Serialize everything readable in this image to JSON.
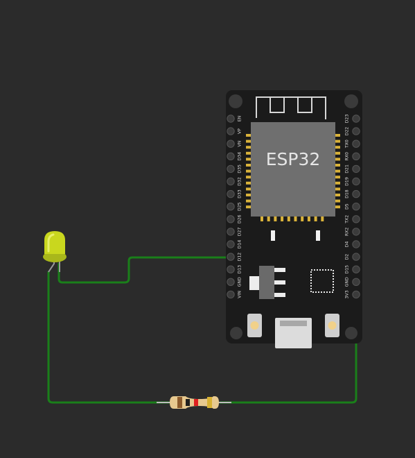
{
  "board": {
    "name": "ESP32",
    "left_pins": [
      "EN",
      "VP",
      "VN",
      "D34",
      "D35",
      "D32",
      "D33",
      "D25",
      "D26",
      "D27",
      "D14",
      "D12",
      "D13",
      "GND",
      "VIN"
    ],
    "right_pins": [
      "D23",
      "D22",
      "TX0",
      "RX0",
      "D21",
      "D19",
      "D18",
      "D5",
      "TX2",
      "RX2",
      "D4",
      "D2",
      "D15",
      "GND",
      "3V3"
    ]
  },
  "components": {
    "led": {
      "color": "yellow-green"
    },
    "resistor": {
      "bands": [
        "brown",
        "black",
        "red",
        "gold"
      ]
    }
  },
  "colors": {
    "background": "#2b2b2b",
    "board": "#1b1b1b",
    "wire": "#1a7f1a",
    "led": "#c9d71e",
    "resistor_body": "#e7c98f"
  }
}
